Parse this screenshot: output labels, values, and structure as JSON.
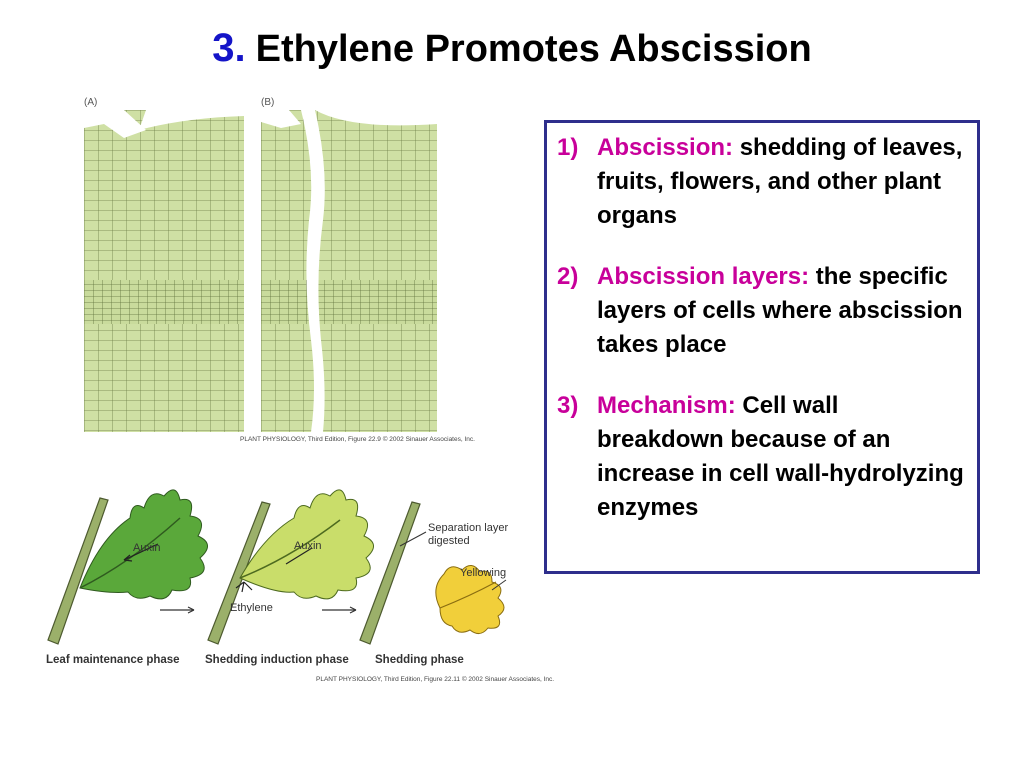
{
  "title": {
    "number": "3.",
    "text": "Ethylene Promotes Abscission"
  },
  "micrograph": {
    "panel_a": "(A)",
    "panel_b": "(B)",
    "credit": "PLANT PHYSIOLOGY, Third Edition, Figure 22.9  © 2002 Sinauer Associates, Inc."
  },
  "leaves": {
    "auxin_1": "Auxin",
    "auxin_2": "Auxin",
    "ethylene": "Ethylene",
    "separation": "Separation layer",
    "digested": "digested",
    "yellowing": "Yellowing",
    "phase_1": "Leaf maintenance phase",
    "phase_2": "Shedding induction phase",
    "phase_3": "Shedding phase",
    "credit": "PLANT PHYSIOLOGY, Third Edition, Figure 22.11  © 2002 Sinauer Associates, Inc."
  },
  "points": [
    {
      "num": "1)",
      "term": "Abscission:",
      "def": " shedding of leaves, fruits, flowers, and other plant organs"
    },
    {
      "num": "2)",
      "term": "Abscission layers:",
      "def": " the specific layers of cells where abscission takes place"
    },
    {
      "num": "3)",
      "term": "Mechanism:",
      "def": " Cell wall breakdown because of an increase in cell wall-hydrolyzing enzymes"
    }
  ],
  "colors": {
    "title_number": "#1414c8",
    "term": "#c8009a",
    "border": "#2e2e8c",
    "cell_fill": "#cfe0a4",
    "leaf_green": "#5aa83a"
  }
}
